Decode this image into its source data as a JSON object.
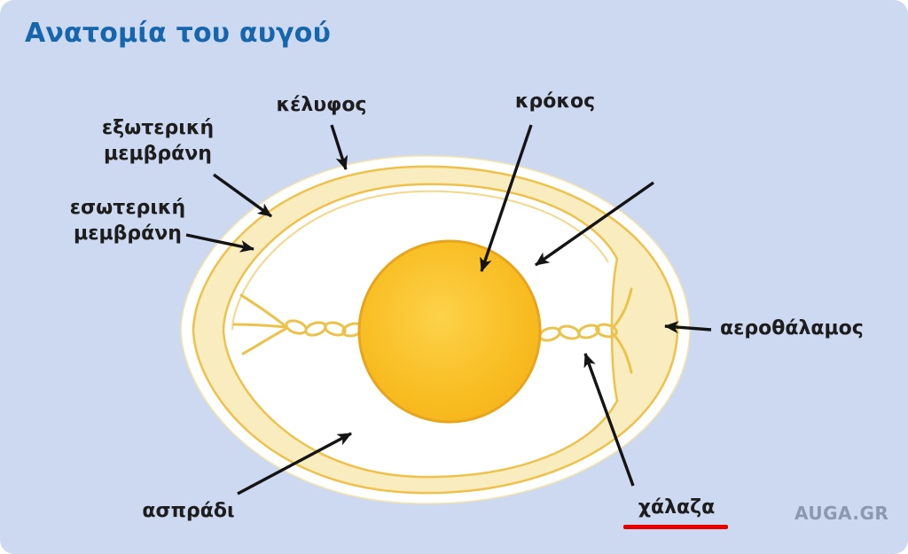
{
  "title": "Ανατομία του αυγού",
  "watermark": "AUGA.GR",
  "labels": {
    "shell": "κέλυφος",
    "outer_membrane": "εξωτερική μεμβράνη",
    "inner_membrane": "εσωτερική μεμβράνη",
    "yolk": "κρόκος",
    "air_cell": "αεροθάλαμος",
    "egg_white": "ασπράδι",
    "chalaza": "χάλαζα"
  },
  "colors": {
    "background": "#cdd9f1",
    "title": "#1566ad",
    "label_text": "#1d1d1d",
    "shell_cream": "#f9edc0",
    "shell_outline": "#efc14a",
    "egg_white_fill": "#ffffff",
    "yolk": "#f8bd22",
    "yolk_border": "#e8a51b",
    "chalaza_line": "#ecc24b",
    "chalaza_underline": "#e60000",
    "watermark": "#8b98b0",
    "arrow": "#141414"
  }
}
